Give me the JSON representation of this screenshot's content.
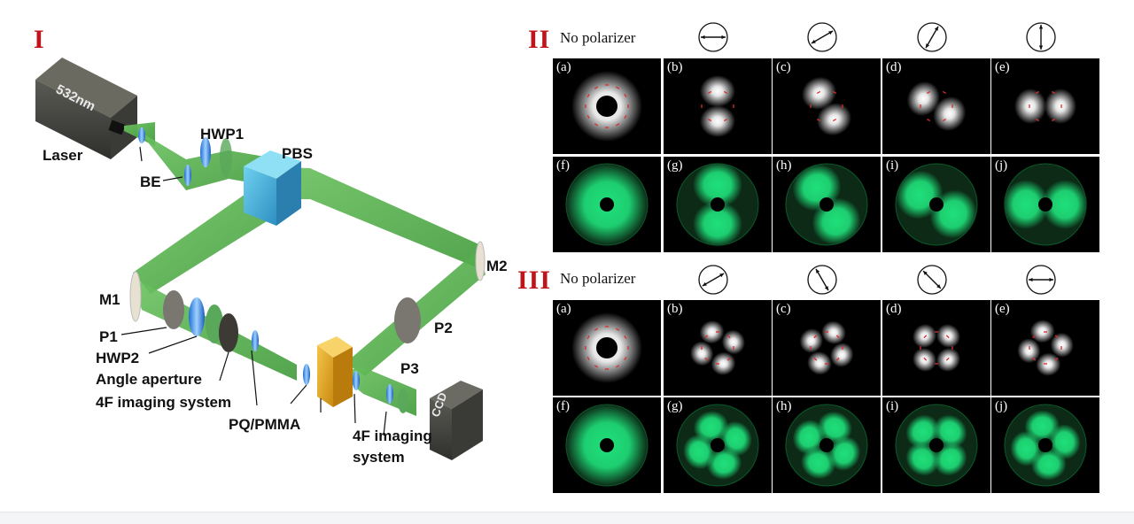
{
  "panel_I": {
    "numeral": "I",
    "laser_text": "532nm",
    "labels": {
      "laser": "Laser",
      "be": "BE",
      "hwp1": "HWP1",
      "pbs": "PBS",
      "m1": "M1",
      "m2": "M2",
      "p1": "P1",
      "hwp2": "HWP2",
      "angle_aperture": "Angle aperture",
      "imaging1": "4F imaging system",
      "sample": "PQ/PMMA",
      "p2": "P2",
      "p3": "P3",
      "imaging2_line1": "4F imaging",
      "imaging2_line2": "system",
      "ccd": "CCD"
    }
  },
  "panel_II": {
    "numeral": "II",
    "no_polarizer": "No polarizer",
    "polarizer_angles_deg": [
      0,
      30,
      60,
      90
    ],
    "sim_labels": [
      "(a)",
      "(b)",
      "(c)",
      "(d)",
      "(e)"
    ],
    "exp_labels": [
      "(f)",
      "(g)",
      "(h)",
      "(i)",
      "(j)"
    ]
  },
  "panel_III": {
    "numeral": "III",
    "no_polarizer": "No polarizer",
    "polarizer_angles_deg": [
      30,
      120,
      135,
      0
    ],
    "sim_labels": [
      "(a)",
      "(b)",
      "(c)",
      "(d)",
      "(e)"
    ],
    "exp_labels": [
      "(f)",
      "(g)",
      "(h)",
      "(i)",
      "(j)"
    ]
  },
  "colors": {
    "numeral": "#c0141c",
    "beam": "#4fae45",
    "experiment_glow": "#1fe07a",
    "polarization_tick": "#e02a2a"
  }
}
